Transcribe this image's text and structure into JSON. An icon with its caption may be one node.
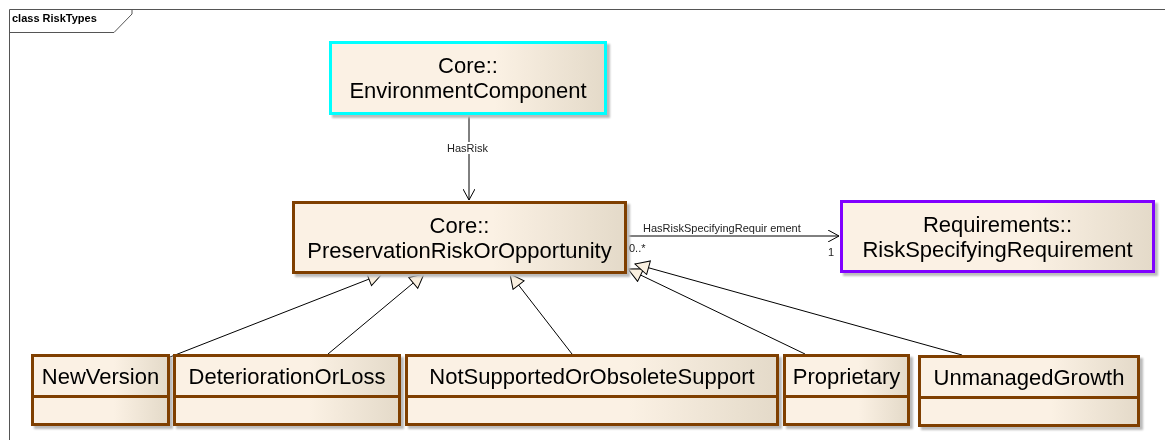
{
  "diagram": {
    "title": "class RiskTypes",
    "nodes": [
      {
        "text": [
          "Core:: EnvironmentComponent"
        ]
      },
      {
        "text": [
          "Core:: PreservationRiskOrOpportunity"
        ]
      },
      {
        "text": [
          "Requirements:: RiskSpecifyingRequirement"
        ]
      },
      {
        "text": [
          "NewVersion"
        ]
      },
      {
        "text": [
          "DeteriorationOrLoss"
        ]
      },
      {
        "text": [
          "NotSupportedOrObsoleteSupport"
        ]
      },
      {
        "text": [
          "Proprietary"
        ]
      },
      {
        "text": [
          "UnmanagedGrowth"
        ]
      }
    ],
    "edges": [
      {
        "from": 0,
        "to": 1,
        "arrow": "to",
        "label": "HasRisk"
      },
      {
        "from": 1,
        "to": 2,
        "arrow": "to",
        "label": "HasRiskSpecifyingRequir ement"
      },
      {
        "from": 3,
        "to": 1,
        "arrow": "to"
      },
      {
        "from": 4,
        "to": 1,
        "arrow": "to"
      },
      {
        "from": 5,
        "to": 1,
        "arrow": "to"
      },
      {
        "from": 6,
        "to": 1,
        "arrow": "to"
      },
      {
        "from": 7,
        "to": 1,
        "arrow": "to"
      }
    ],
    "labels": [
      "0..*",
      "1"
    ]
  }
}
